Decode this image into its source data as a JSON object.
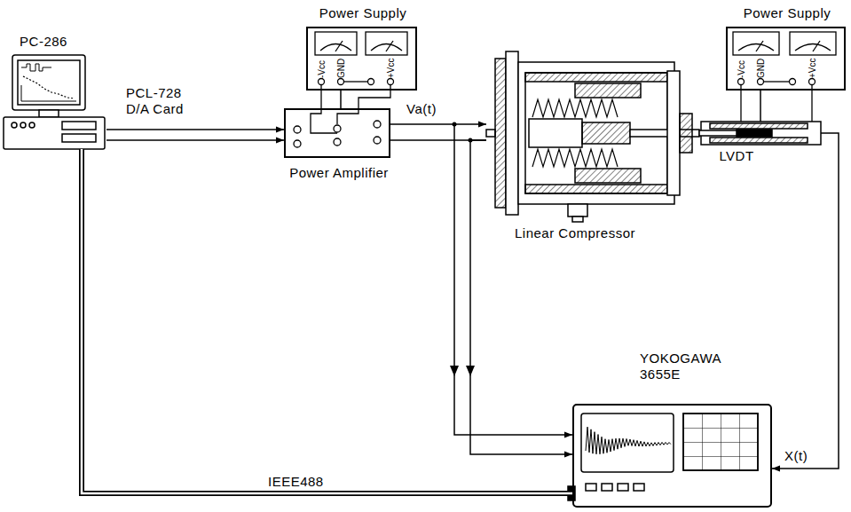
{
  "diagram": {
    "nodes": [
      {
        "text": [
          "PC-286"
        ]
      },
      {
        "text": [
          "Power Supply",
          "-Vcc",
          "GND",
          "+Vcc"
        ]
      },
      {
        "text": [
          "Power Amplifier"
        ]
      },
      {
        "text": [
          "Linear Compressor"
        ]
      },
      {
        "text": [
          "Power Supply",
          "-Vcc",
          "GND",
          "+Vcc"
        ]
      },
      {
        "text": [
          "LVDT"
        ]
      },
      {
        "text": [
          "YOKOGAWA 3655E"
        ]
      }
    ],
    "edges": [
      {
        "from": 0,
        "to": 2,
        "label": "PCL-728 D/A Card",
        "arrow": "to"
      },
      {
        "from": 1,
        "to": 2,
        "arrow": "none"
      },
      {
        "from": 2,
        "to": 3,
        "label": "Va(t)",
        "arrow": "to"
      },
      {
        "from": 4,
        "to": 5,
        "arrow": "none"
      },
      {
        "from": 3,
        "to": 6,
        "arrow": "to"
      },
      {
        "from": 5,
        "to": 6,
        "label": "X(t)",
        "arrow": "to"
      },
      {
        "from": 0,
        "to": 6,
        "label": "IEEE488",
        "arrow": "none"
      }
    ]
  }
}
